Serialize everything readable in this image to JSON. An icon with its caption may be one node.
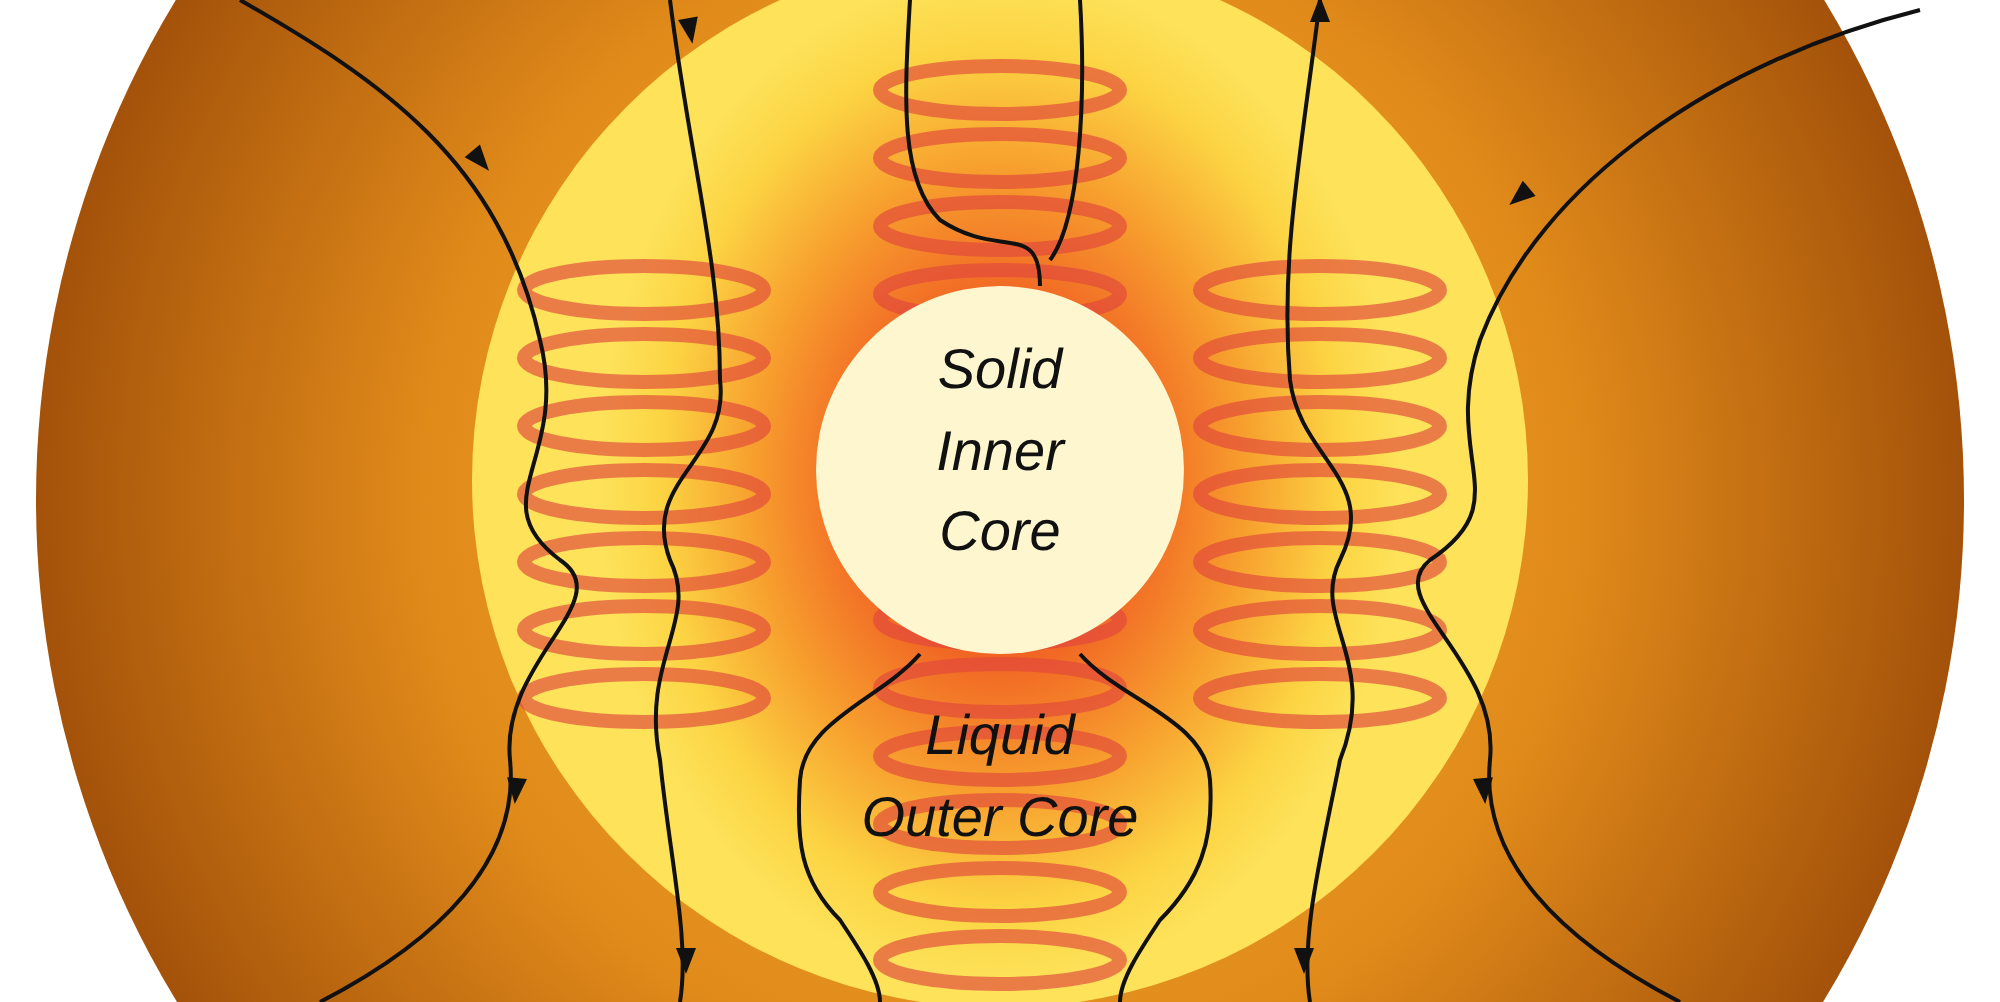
{
  "diagram": {
    "nodes": [
      {
        "text": [
          "Liquid Outer Core"
        ]
      },
      {
        "text": [
          "Solid Inner Core"
        ],
        "in": 0
      }
    ]
  }
}
